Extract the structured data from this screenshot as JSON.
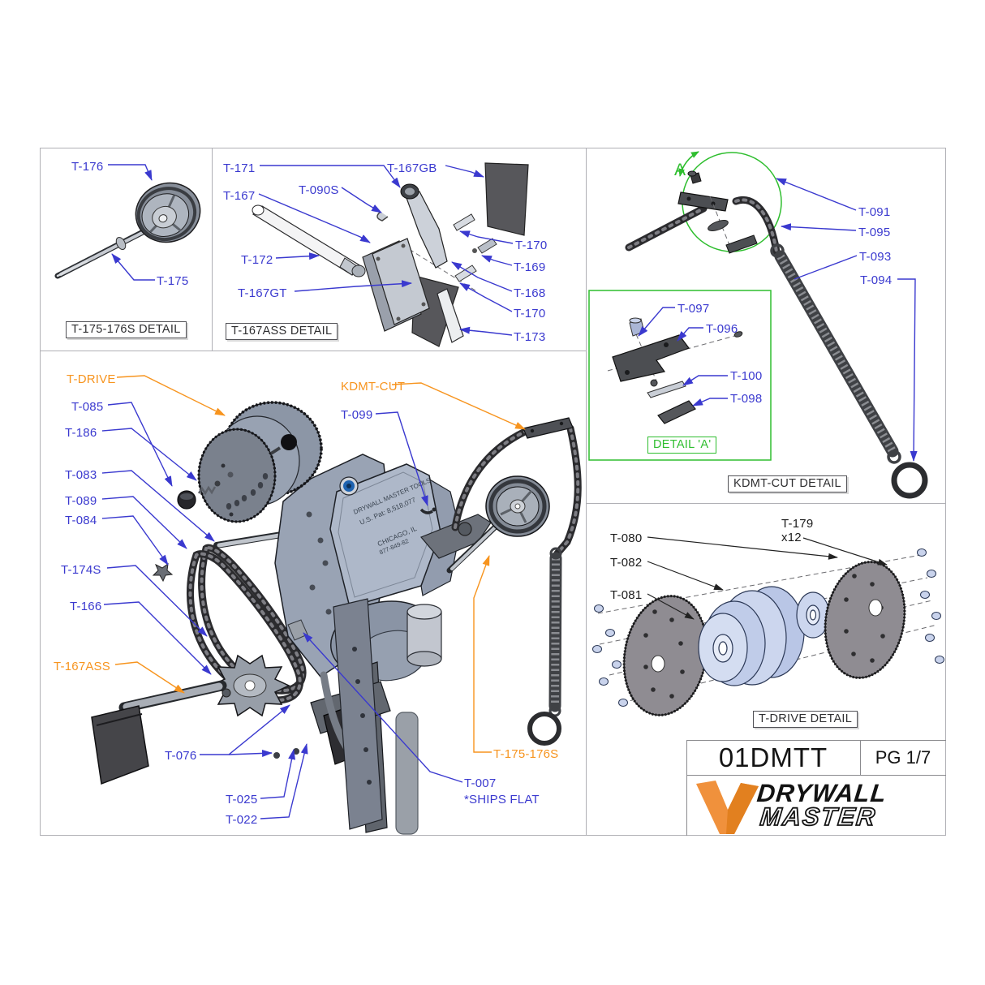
{
  "colors": {
    "label_blue": "#3a39cf",
    "label_orange": "#f7941e",
    "detail_green": "#2fbe2f",
    "logo_orange": "#f0913c",
    "line_black": "#222222"
  },
  "panels": {
    "t175s": {
      "title": "T-175-176S DETAIL",
      "labels": {
        "t176": "T-176",
        "t175": "T-175"
      }
    },
    "t167ass": {
      "title": "T-167ASS DETAIL",
      "labels": {
        "t171": "T-171",
        "t167gb": "T-167GB",
        "t090s": "T-090S",
        "t167": "T-167",
        "t172": "T-172",
        "t167gt": "T-167GT",
        "t170a": "T-170",
        "t169": "T-169",
        "t168": "T-168",
        "t170b": "T-170",
        "t173": "T-173"
      }
    },
    "kdmt": {
      "title": "KDMT-CUT DETAIL",
      "marker": "A",
      "labels": {
        "t091": "T-091",
        "t095": "T-095",
        "t093": "T-093",
        "t094": "T-094"
      },
      "detail_a": {
        "title": "DETAIL 'A'",
        "labels": {
          "t097": "T-097",
          "t096": "T-096",
          "t100": "T-100",
          "t098": "T-098"
        }
      }
    },
    "tdrive": {
      "title": "T-DRIVE DETAIL",
      "labels": {
        "t080": "T-080",
        "t082": "T-082",
        "t081": "T-081",
        "t179": "T-179",
        "t179_qty": "x12"
      }
    },
    "main": {
      "labels": {
        "tdrive": "T-DRIVE",
        "t085": "T-085",
        "t186": "T-186",
        "t083": "T-083",
        "t089": "T-089",
        "t084": "T-084",
        "t174s": "T-174S",
        "t166": "T-166",
        "t167ass": "T-167ASS",
        "t076": "T-076",
        "t025": "T-025",
        "t022": "T-022",
        "kdmtcut": "KDMT-CUT",
        "t099": "T-099",
        "t175176s": "T-175-176S",
        "t007": "T-007",
        "t007_note": "*SHIPS FLAT"
      },
      "engraving": {
        "line1": "DRYWALL MASTER TOOLS",
        "line2": "U.S. Pat: 8,518,077",
        "line3": "CHICAGO, IL",
        "line4": "877-849-82"
      }
    }
  },
  "title_block": {
    "part_code": "01DMTT",
    "page": "PG 1/7",
    "brand_line1": "DRYWALL",
    "brand_line2": "MASTER"
  }
}
